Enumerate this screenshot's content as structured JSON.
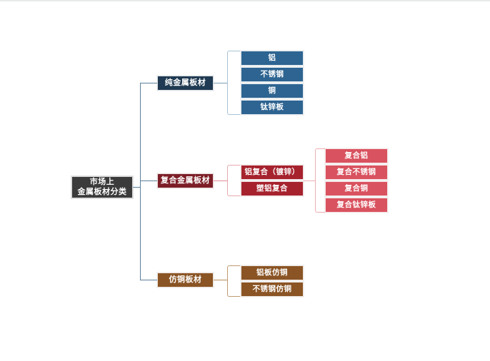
{
  "diagram": {
    "type": "tree-mindmap",
    "title": "市场上金属板材分类",
    "background_color": "#ffffff",
    "root": {
      "label": "市场上\n金属板材分类",
      "line1": "市场上",
      "line2": "金属板材分类",
      "color": "#3b3b3b"
    },
    "branches": [
      {
        "label": "纯金属板材",
        "color": "#1f3a52",
        "child_color": "#2e6491",
        "children": [
          {
            "label": "铝"
          },
          {
            "label": "不锈钢"
          },
          {
            "label": "铜"
          },
          {
            "label": "钛锌板"
          }
        ]
      },
      {
        "label": "复合金属板材",
        "color": "#7d1f28",
        "child_color": "#a6232e",
        "grandchild_color": "#d9525f",
        "children": [
          {
            "label": "铝复合（镀锌）"
          },
          {
            "label": "塑铝复合"
          }
        ],
        "grandchildren": [
          {
            "label": "复合铝"
          },
          {
            "label": "复合不锈钢"
          },
          {
            "label": "复合铜"
          },
          {
            "label": "复合钛锌板"
          }
        ]
      },
      {
        "label": "仿铜板材",
        "color": "#8a5424",
        "child_color": "#8a5424",
        "children": [
          {
            "label": "铝板仿铜"
          },
          {
            "label": "不锈钢仿铜"
          }
        ]
      }
    ]
  }
}
